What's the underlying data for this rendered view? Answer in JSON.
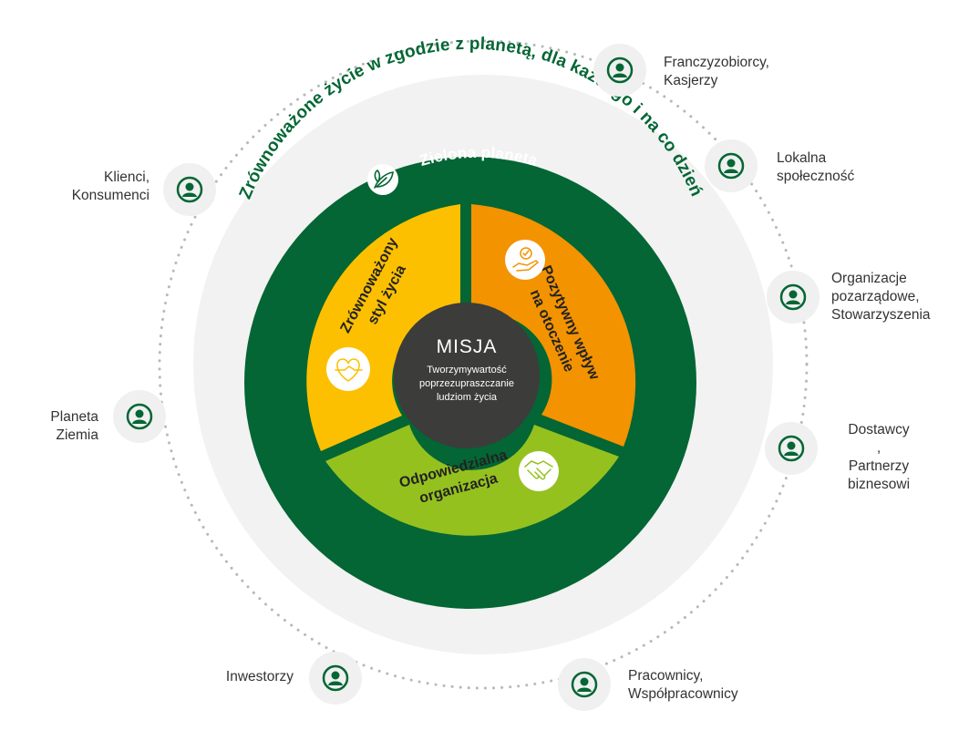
{
  "colors": {
    "dark_green": "#036634",
    "outer_ring": "#f2f2f2",
    "yellow": "#fcc000",
    "orange": "#f39300",
    "lime": "#95c11f",
    "center": "#3c3c3b",
    "icon_bg": "#f0f0f0"
  },
  "ring_text": "Zrównoważone życie w zgodzie z planetą, dla każdego i na co dzień",
  "green_band_title": "Zielona planeta",
  "center": {
    "title": "MISJA",
    "lines": [
      "Tworzymywartość",
      "poprzezupraszczanie",
      "ludziom życia"
    ]
  },
  "segments": [
    {
      "name": "yellow",
      "lines": [
        "Zrównoważony",
        "styl życia"
      ],
      "icon": "heart-hand-icon"
    },
    {
      "name": "orange",
      "lines": [
        "Pozytywny wpływ",
        "na otoczenie"
      ],
      "icon": "hand-check-icon"
    },
    {
      "name": "lime",
      "lines": [
        "Odpowiedzialna",
        "organizacja"
      ],
      "icon": "handshake-icon"
    }
  ],
  "stakeholders": [
    {
      "id": "franczyzobiorcy",
      "text": "Franczyzobiorcy,\nKasjerzy",
      "icon": "person-icon"
    },
    {
      "id": "lokalna",
      "text": "Lokalna\nspołeczność",
      "icon": "person-icon"
    },
    {
      "id": "organizacje",
      "text": "Organizacje\npozarządowe,\nStowarzyszenia",
      "icon": "person-icon"
    },
    {
      "id": "dostawcy",
      "text": "Dostawcy\n,\nPartnerzy\nbiznesowi",
      "icon": "person-icon"
    },
    {
      "id": "pracownicy",
      "text": "Pracownicy,\nWspółpracownicy",
      "icon": "person-icon"
    },
    {
      "id": "inwestorzy",
      "text": "Inwestorzy",
      "icon": "person-icon"
    },
    {
      "id": "planeta",
      "text": "Planeta\nZiemia",
      "icon": "person-icon"
    },
    {
      "id": "klienci",
      "text": "Klienci,\nKonsumenci",
      "icon": "person-icon"
    }
  ]
}
